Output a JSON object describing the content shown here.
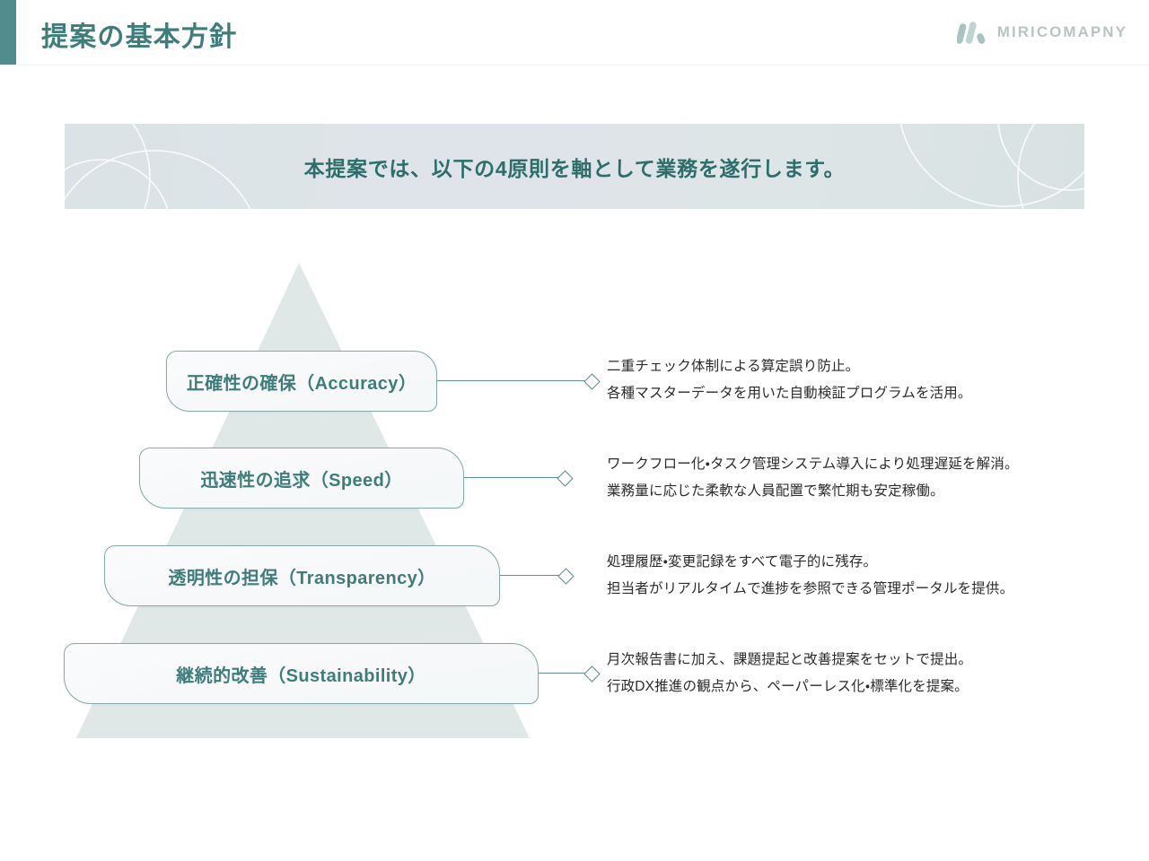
{
  "header": {
    "title": "提案の基本方針",
    "logo_text": "MIRICOMAPNY",
    "accent_color": "#538c8c",
    "title_color": "#3f7d7b"
  },
  "banner": {
    "text": "本提案では、以下の4原則を軸として業務を遂行します。",
    "text_color": "#2d6e6a",
    "background_color": "#dde4e8"
  },
  "diagram": {
    "shape": "pyramid",
    "principle_count": 4,
    "card_text_color": "#3f7d7b",
    "card_border_color": "#84a9a6",
    "connector_color": "#5d8f8c",
    "pyramid_fill": "#dfe8e7",
    "principles": [
      {
        "label": "正確性の確保（Accuracy）",
        "lines": [
          "二重チェック体制による算定誤り防止。",
          "各種マスターデータを用いた自動検証プログラムを活用。"
        ]
      },
      {
        "label": "迅速性の追求（Speed）",
        "lines": [
          "ワークフロー化・タスク管理システム導入により処理遅延を解消。",
          "業務量に応じた柔軟な人員配置で繁忙期も安定稼働。"
        ]
      },
      {
        "label": "透明性の担保（Transparency）",
        "lines": [
          "処理履歴・変更記録をすべて電子的に残存。",
          "担当者がリアルタイムで進捗を参照できる管理ポータルを提供。"
        ]
      },
      {
        "label": "継続的改善（Sustainability）",
        "lines": [
          "月次報告書に加え、課題提起と改善提案をセットで提出。",
          "行政DX推進の観点から、ペーパーレス化・標準化を提案。"
        ]
      }
    ]
  }
}
